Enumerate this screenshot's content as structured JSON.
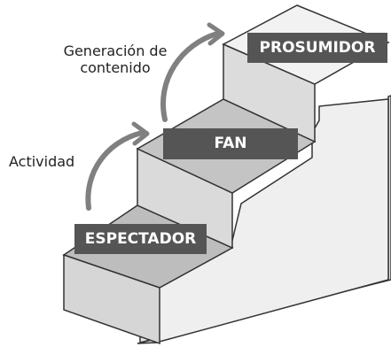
{
  "stages": {
    "step1": "ESPECTADOR",
    "step2": "FAN",
    "step3": "PROSUMIDOR"
  },
  "transitions": {
    "first": "Actividad",
    "second_line1": "Generación de",
    "second_line2": "contenido"
  },
  "colors": {
    "label_bg": "#555555",
    "arrow": "#808080",
    "outline": "#333333"
  }
}
